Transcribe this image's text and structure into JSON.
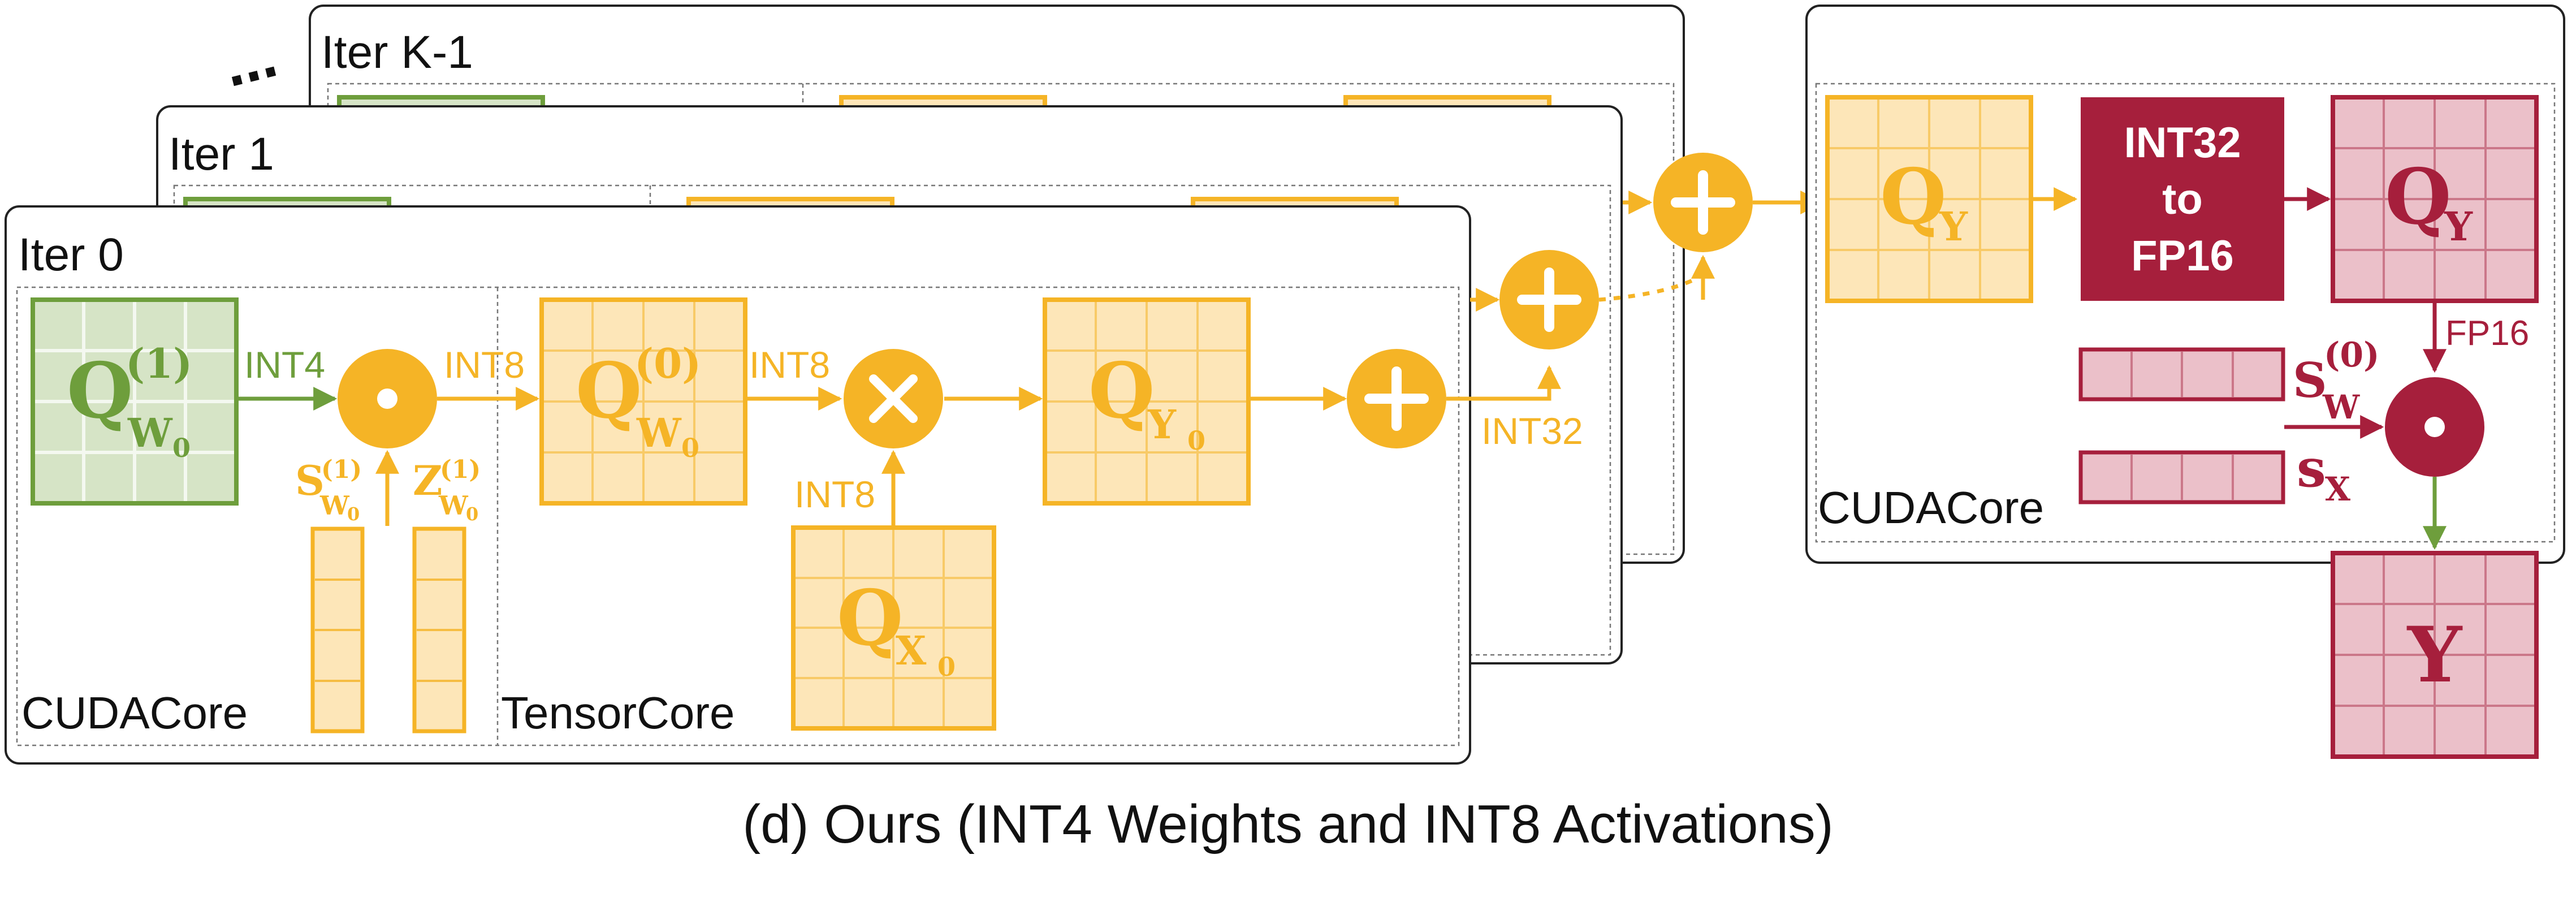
{
  "caption": "(d) Ours (INT4 Weights and INT8 Activations)",
  "colors": {
    "green": "#6e9e3c",
    "green_fill": "#d6e4c6",
    "yellow": "#f5b426",
    "yellow_fill": "#fde6b8",
    "red": "#a61f3c",
    "red_fill": "#ebc0c9",
    "text": "#111111"
  },
  "iterations": [
    {
      "label": "Iter K-1"
    },
    {
      "label": "Iter 1"
    },
    {
      "label": "Iter 0"
    }
  ],
  "ellipsis": "...",
  "iter0": {
    "weight_int4": {
      "base": "Q",
      "sup": "(1)",
      "sub": "W",
      "subsub": "0"
    },
    "weight_int8": {
      "base": "Q",
      "sup": "(0)",
      "sub": "W",
      "subsub": "0"
    },
    "scale": {
      "base": "S",
      "sup": "(1)",
      "sub": "W",
      "subsub": "0"
    },
    "zero": {
      "base": "Z",
      "sup": "(1)",
      "sub": "W",
      "subsub": "0"
    },
    "activation": {
      "base": "Q",
      "sub": "X",
      "subsub": "0"
    },
    "partial_output": {
      "base": "Q",
      "sub": "Y",
      "subsub": "0"
    },
    "labels": {
      "int4": "INT4",
      "int8_dequant": "INT8",
      "int8_weight": "INT8",
      "int8_act": "INT8",
      "int32": "INT32"
    },
    "regions": {
      "cuda": "CUDACore",
      "tensor": "TensorCore"
    }
  },
  "output_stage": {
    "accum": {
      "base": "Q",
      "sub": "Y"
    },
    "convert": {
      "line1": "INT32",
      "line2": "to",
      "line3": "FP16"
    },
    "converted": {
      "base": "Q",
      "sub": "Y"
    },
    "fp16_label": "FP16",
    "weight_scale": {
      "base": "S",
      "sup": "(0)",
      "sub": "W"
    },
    "act_scale": {
      "base": "s",
      "sub": "X"
    },
    "region": "CUDACore",
    "result": {
      "base": "Y"
    }
  }
}
